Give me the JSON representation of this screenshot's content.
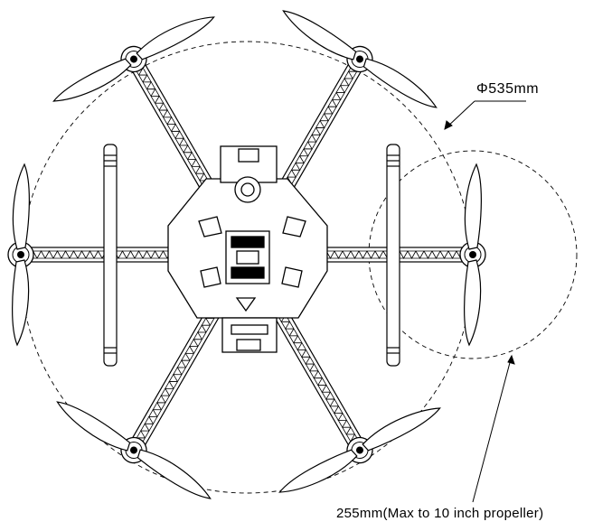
{
  "diagram": {
    "frame_diameter_label": "Φ535mm",
    "propeller_clearance_label": "255mm(Max to 10 inch propeller)",
    "arm_count": 6,
    "landing_gear_count": 2,
    "line_color": "#000000",
    "background_color": "#ffffff"
  }
}
